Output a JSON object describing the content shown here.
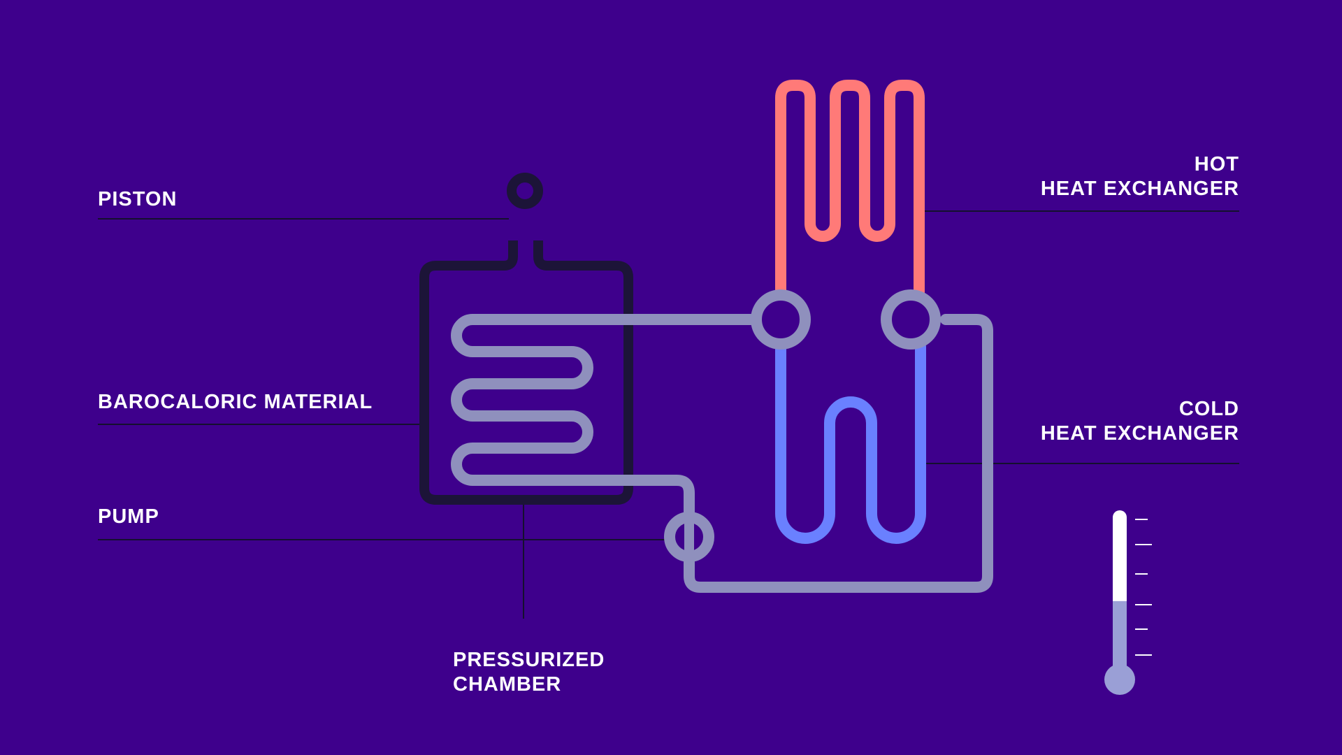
{
  "labels": {
    "piston": "PISTON",
    "barocaloric_material": "BAROCALORIC MATERIAL",
    "pump": "PUMP",
    "pressurized_chamber": [
      "PRESSURIZED",
      "CHAMBER"
    ],
    "hot_heat_exchanger": [
      "HOT",
      "HEAT EXCHANGER"
    ],
    "cold_heat_exchanger": [
      "COLD",
      "HEAT EXCHANGER"
    ]
  },
  "thermometer": {
    "fill_fraction": 0.47
  },
  "colors": {
    "background": "#3e008c",
    "chamber": "#1c1438",
    "pipe": "#8f90bd",
    "hot": "#ff7a78",
    "cold": "#6a80ff",
    "leader": "#15102e",
    "text": "#ffffff",
    "thermometer_empty": "#ffffff",
    "thermometer_fill": "#9a9fd6"
  }
}
